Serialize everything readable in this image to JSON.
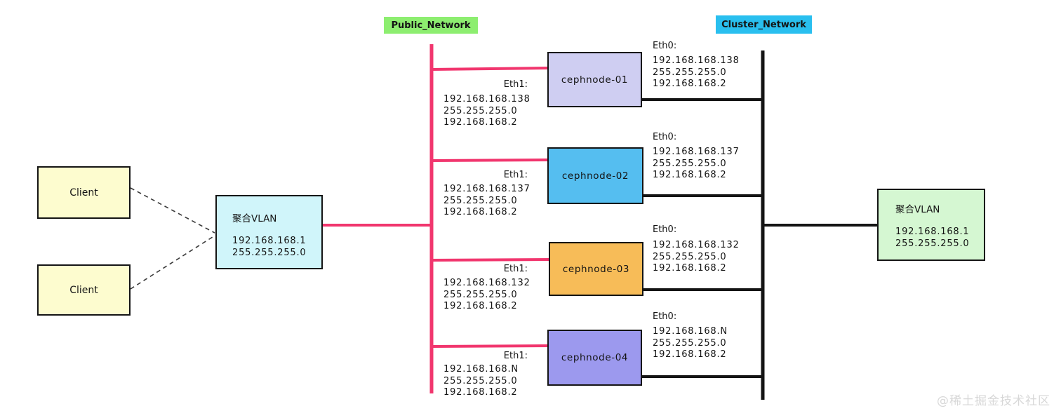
{
  "colors": {
    "public_line": "#f1366e",
    "cluster_line": "#141414",
    "dashed_line": "#3a3a3a",
    "client_fill": "#fdfccf",
    "vlan_left_fill": "#d0f5fa",
    "vlan_right_fill": "#d5f7d2",
    "public_label_fill": "#8dee70",
    "cluster_label_fill": "#29bfef",
    "watermark_color": "#d8d8d8"
  },
  "network_labels": {
    "public": "Public_Network",
    "cluster": "Cluster_Network"
  },
  "clients": [
    {
      "label": "Client"
    },
    {
      "label": "Client"
    }
  ],
  "vlan_left": {
    "title": "聚合VLAN",
    "ip": "192.168.168.1",
    "mask": "255.255.255.0"
  },
  "vlan_right": {
    "title": "聚合VLAN",
    "ip": "192.168.168.1",
    "mask": "255.255.255.0"
  },
  "nodes": [
    {
      "name": "cephnode-01",
      "fill": "#cfcef2",
      "eth1_label": "Eth1:",
      "eth1": [
        "192.168.168.138",
        "255.255.255.0",
        "192.168.168.2"
      ],
      "eth0_label": "Eth0:",
      "eth0": [
        "192.168.168.138",
        "255.255.255.0",
        "192.168.168.2"
      ]
    },
    {
      "name": "cephnode-02",
      "fill": "#55bef0",
      "eth1_label": "Eth1:",
      "eth1": [
        "192.168.168.137",
        "255.255.255.0",
        "192.168.168.2"
      ],
      "eth0_label": "Eth0:",
      "eth0": [
        "192.168.168.137",
        "255.255.255.0",
        "192.168.168.2"
      ]
    },
    {
      "name": "cephnode-03",
      "fill": "#f7bc58",
      "eth1_label": "Eth1:",
      "eth1": [
        "192.168.168.132",
        "255.255.255.0",
        "192.168.168.2"
      ],
      "eth0_label": "Eth0:",
      "eth0": [
        "192.168.168.132",
        "255.255.255.0",
        "192.168.168.2"
      ]
    },
    {
      "name": "cephnode-04",
      "fill": "#9c99ee",
      "eth1_label": "Eth1:",
      "eth1": [
        "192.168.168.N",
        "255.255.255.0",
        "192.168.168.2"
      ],
      "eth0_label": "Eth0:",
      "eth0": [
        "192.168.168.N",
        "255.255.255.0",
        "192.168.168.2"
      ]
    }
  ],
  "watermark": "@稀土掘金技术社区"
}
